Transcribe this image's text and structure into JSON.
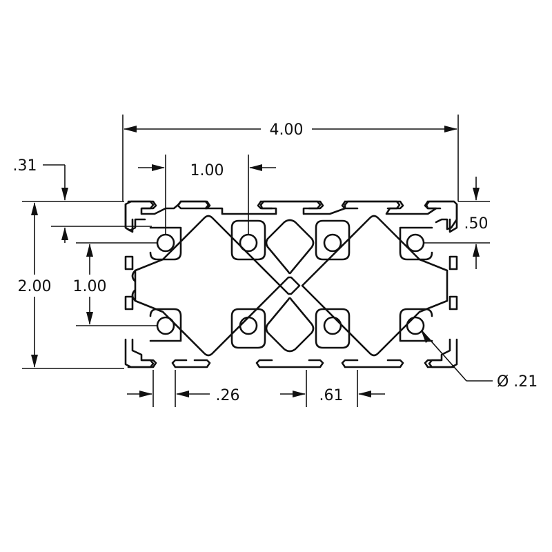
{
  "drawing": {
    "dimensions": {
      "overall_width": "4.00",
      "overall_height": "2.00",
      "slot_offset_top": ".31",
      "hole_spacing_horizontal": "1.00",
      "hole_spacing_vertical": "1.00",
      "hole_offset_right": ".50",
      "slot_opening": ".26",
      "slot_width": ".61",
      "hole_diameter": "Ø .21"
    },
    "colors": {
      "ink": "#111111",
      "background": "#ffffff"
    }
  }
}
